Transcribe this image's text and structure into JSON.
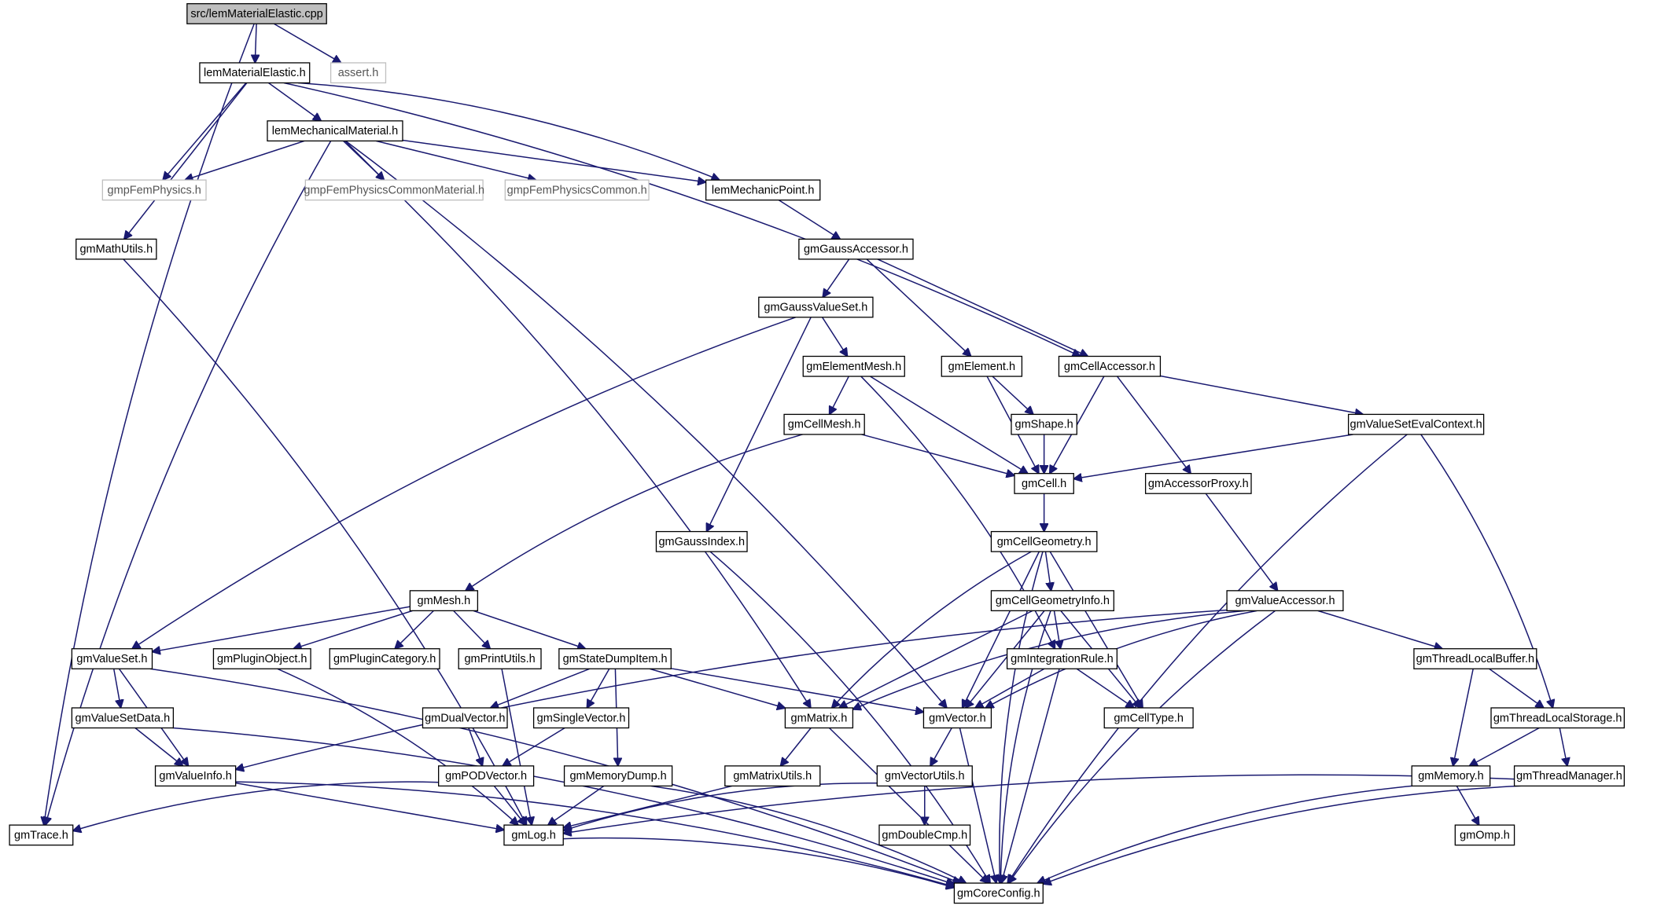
{
  "graph": {
    "nodes": [
      {
        "id": "src",
        "label": "src/lemMaterialElastic.cpp",
        "kind": "root"
      },
      {
        "id": "lme",
        "label": "lemMaterialElastic.h",
        "kind": "doc"
      },
      {
        "id": "asrt",
        "label": "assert.h",
        "kind": "external"
      },
      {
        "id": "lmm",
        "label": "lemMechanicalMaterial.h",
        "kind": "doc"
      },
      {
        "id": "gfp",
        "label": "gmpFemPhysics.h",
        "kind": "external"
      },
      {
        "id": "gfpcm",
        "label": "gmpFemPhysicsCommonMaterial.h",
        "kind": "external"
      },
      {
        "id": "gfpc",
        "label": "gmpFemPhysicsCommon.h",
        "kind": "external"
      },
      {
        "id": "lmp",
        "label": "lemMechanicPoint.h",
        "kind": "doc"
      },
      {
        "id": "gmu",
        "label": "gmMathUtils.h",
        "kind": "doc"
      },
      {
        "id": "gga",
        "label": "gmGaussAccessor.h",
        "kind": "doc"
      },
      {
        "id": "ggvs",
        "label": "gmGaussValueSet.h",
        "kind": "doc"
      },
      {
        "id": "gem",
        "label": "gmElementMesh.h",
        "kind": "doc"
      },
      {
        "id": "gel",
        "label": "gmElement.h",
        "kind": "doc"
      },
      {
        "id": "gca",
        "label": "gmCellAccessor.h",
        "kind": "doc"
      },
      {
        "id": "gcm",
        "label": "gmCellMesh.h",
        "kind": "doc"
      },
      {
        "id": "gsh",
        "label": "gmShape.h",
        "kind": "doc"
      },
      {
        "id": "gvsec",
        "label": "gmValueSetEvalContext.h",
        "kind": "doc"
      },
      {
        "id": "gcell",
        "label": "gmCell.h",
        "kind": "doc"
      },
      {
        "id": "gap",
        "label": "gmAccessorProxy.h",
        "kind": "doc"
      },
      {
        "id": "ggi",
        "label": "gmGaussIndex.h",
        "kind": "doc"
      },
      {
        "id": "gcg",
        "label": "gmCellGeometry.h",
        "kind": "doc"
      },
      {
        "id": "gmesh",
        "label": "gmMesh.h",
        "kind": "doc"
      },
      {
        "id": "gcgi",
        "label": "gmCellGeometryInfo.h",
        "kind": "doc"
      },
      {
        "id": "gva",
        "label": "gmValueAccessor.h",
        "kind": "doc"
      },
      {
        "id": "gvset",
        "label": "gmValueSet.h",
        "kind": "doc"
      },
      {
        "id": "gpo",
        "label": "gmPluginObject.h",
        "kind": "doc"
      },
      {
        "id": "gpc",
        "label": "gmPluginCategory.h",
        "kind": "doc"
      },
      {
        "id": "gpu",
        "label": "gmPrintUtils.h",
        "kind": "doc"
      },
      {
        "id": "gsdi",
        "label": "gmStateDumpItem.h",
        "kind": "doc"
      },
      {
        "id": "gir",
        "label": "gmIntegrationRule.h",
        "kind": "doc"
      },
      {
        "id": "gtlb",
        "label": "gmThreadLocalBuffer.h",
        "kind": "doc"
      },
      {
        "id": "gvsd",
        "label": "gmValueSetData.h",
        "kind": "doc"
      },
      {
        "id": "gdv",
        "label": "gmDualVector.h",
        "kind": "doc"
      },
      {
        "id": "gsv",
        "label": "gmSingleVector.h",
        "kind": "doc"
      },
      {
        "id": "gmat",
        "label": "gmMatrix.h",
        "kind": "doc"
      },
      {
        "id": "gvec",
        "label": "gmVector.h",
        "kind": "doc"
      },
      {
        "id": "gct",
        "label": "gmCellType.h",
        "kind": "doc"
      },
      {
        "id": "gtls",
        "label": "gmThreadLocalStorage.h",
        "kind": "doc"
      },
      {
        "id": "gvi",
        "label": "gmValueInfo.h",
        "kind": "doc"
      },
      {
        "id": "gpodv",
        "label": "gmPODVector.h",
        "kind": "doc"
      },
      {
        "id": "gmd",
        "label": "gmMemoryDump.h",
        "kind": "doc"
      },
      {
        "id": "gmatu",
        "label": "gmMatrixUtils.h",
        "kind": "doc"
      },
      {
        "id": "gvu",
        "label": "gmVectorUtils.h",
        "kind": "doc"
      },
      {
        "id": "gmem",
        "label": "gmMemory.h",
        "kind": "doc"
      },
      {
        "id": "gtm",
        "label": "gmThreadManager.h",
        "kind": "doc"
      },
      {
        "id": "gtr",
        "label": "gmTrace.h",
        "kind": "doc"
      },
      {
        "id": "glog",
        "label": "gmLog.h",
        "kind": "doc"
      },
      {
        "id": "gdc",
        "label": "gmDoubleCmp.h",
        "kind": "doc"
      },
      {
        "id": "gomp",
        "label": "gmOmp.h",
        "kind": "doc"
      },
      {
        "id": "gcc",
        "label": "gmCoreConfig.h",
        "kind": "doc"
      }
    ],
    "edges": [
      [
        "src",
        "lme"
      ],
      [
        "src",
        "asrt"
      ],
      [
        "src",
        "gtr"
      ],
      [
        "lme",
        "lmm"
      ],
      [
        "lme",
        "gfp"
      ],
      [
        "lme",
        "lmp"
      ],
      [
        "lme",
        "gmu"
      ],
      [
        "lme",
        "gca"
      ],
      [
        "lmm",
        "gfp"
      ],
      [
        "lmm",
        "gfpcm"
      ],
      [
        "lmm",
        "gfpc"
      ],
      [
        "lmm",
        "lmp"
      ],
      [
        "lmm",
        "gtr"
      ],
      [
        "lmm",
        "gmat"
      ],
      [
        "lmm",
        "gvec"
      ],
      [
        "lmp",
        "gga"
      ],
      [
        "gmu",
        "glog"
      ],
      [
        "gga",
        "ggvs"
      ],
      [
        "gga",
        "gel"
      ],
      [
        "gga",
        "gca"
      ],
      [
        "ggvs",
        "gem"
      ],
      [
        "ggvs",
        "ggi"
      ],
      [
        "ggvs",
        "gvset"
      ],
      [
        "gem",
        "gcm"
      ],
      [
        "gem",
        "gcell"
      ],
      [
        "gem",
        "gir"
      ],
      [
        "gel",
        "gsh"
      ],
      [
        "gel",
        "gcell"
      ],
      [
        "gca",
        "gcell"
      ],
      [
        "gca",
        "gap"
      ],
      [
        "gca",
        "gvsec"
      ],
      [
        "gcm",
        "gcell"
      ],
      [
        "gcm",
        "gmesh"
      ],
      [
        "gsh",
        "gcell"
      ],
      [
        "gvsec",
        "gcell"
      ],
      [
        "gvsec",
        "gtls"
      ],
      [
        "gvsec",
        "gcc"
      ],
      [
        "gcell",
        "gcg"
      ],
      [
        "gap",
        "gva"
      ],
      [
        "ggi",
        "gcc"
      ],
      [
        "gcg",
        "gcgi"
      ],
      [
        "gcg",
        "gmat"
      ],
      [
        "gcg",
        "gvec"
      ],
      [
        "gcg",
        "gct"
      ],
      [
        "gcg",
        "gcc"
      ],
      [
        "gmesh",
        "gvset"
      ],
      [
        "gmesh",
        "gpo"
      ],
      [
        "gmesh",
        "gpc"
      ],
      [
        "gmesh",
        "gpu"
      ],
      [
        "gmesh",
        "gsdi"
      ],
      [
        "gcgi",
        "gir"
      ],
      [
        "gcgi",
        "gmat"
      ],
      [
        "gcgi",
        "gvec"
      ],
      [
        "gcgi",
        "gct"
      ],
      [
        "gcgi",
        "gcc"
      ],
      [
        "gva",
        "gmat"
      ],
      [
        "gva",
        "gvec"
      ],
      [
        "gva",
        "gvi"
      ],
      [
        "gva",
        "gtlb"
      ],
      [
        "gva",
        "gcc"
      ],
      [
        "gvset",
        "gvsd"
      ],
      [
        "gvset",
        "gvi"
      ],
      [
        "gvset",
        "gcc"
      ],
      [
        "gpo",
        "glog"
      ],
      [
        "gpu",
        "glog"
      ],
      [
        "gsdi",
        "gdv"
      ],
      [
        "gsdi",
        "gsv"
      ],
      [
        "gsdi",
        "gmd"
      ],
      [
        "gsdi",
        "gmat"
      ],
      [
        "gsdi",
        "gvec"
      ],
      [
        "gir",
        "gvec"
      ],
      [
        "gir",
        "gct"
      ],
      [
        "gir",
        "gcc"
      ],
      [
        "gtlb",
        "gtls"
      ],
      [
        "gtlb",
        "gmem"
      ],
      [
        "gvsd",
        "gvi"
      ],
      [
        "gvsd",
        "gcc"
      ],
      [
        "gdv",
        "gpodv"
      ],
      [
        "gsv",
        "gpodv"
      ],
      [
        "gmat",
        "gmatu"
      ],
      [
        "gmat",
        "gcc"
      ],
      [
        "gvec",
        "gvu"
      ],
      [
        "gvec",
        "gcc"
      ],
      [
        "gtls",
        "gmem"
      ],
      [
        "gtls",
        "gtm"
      ],
      [
        "gvi",
        "glog"
      ],
      [
        "gvi",
        "gcc"
      ],
      [
        "gpodv",
        "gtr"
      ],
      [
        "gpodv",
        "glog"
      ],
      [
        "gmd",
        "glog"
      ],
      [
        "gmd",
        "gcc"
      ],
      [
        "gmatu",
        "glog"
      ],
      [
        "gvu",
        "glog"
      ],
      [
        "gvu",
        "gdc"
      ],
      [
        "gmem",
        "gomp"
      ],
      [
        "gmem",
        "gcc"
      ],
      [
        "gtm",
        "glog"
      ],
      [
        "gtm",
        "gcc"
      ],
      [
        "glog",
        "gcc"
      ]
    ]
  }
}
